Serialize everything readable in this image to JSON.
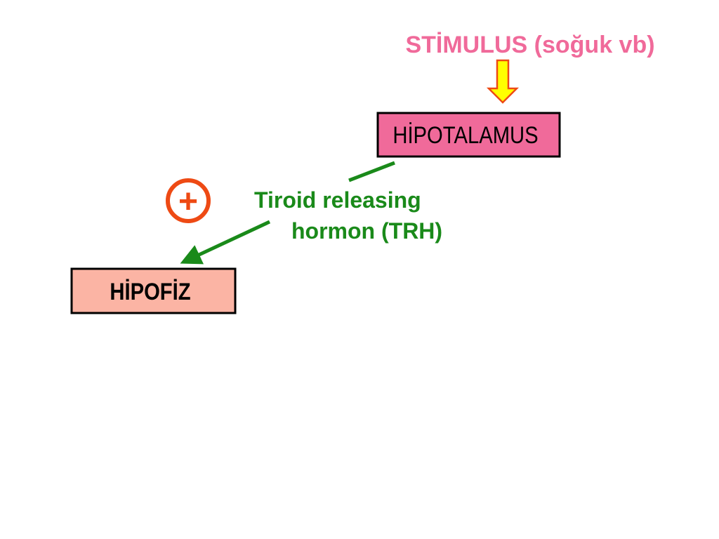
{
  "stimulus": {
    "label": "STİMULUS (soğuk vb)",
    "color": "#f06a9a"
  },
  "stimulus_arrow": {
    "fill": "#ffff00",
    "stroke": "#ee4a14"
  },
  "hypothalamus": {
    "label": "HİPOTALAMUS",
    "fill": "#f06a9a"
  },
  "hormone": {
    "line1": "Tiroid releasing",
    "line2": "hormon (TRH)",
    "color": "#1a8a1a"
  },
  "stimulation_sign": {
    "symbol": "+",
    "color": "#ee4a14"
  },
  "pituitary": {
    "label": "HİPOFİZ",
    "fill": "#fbb4a4"
  }
}
